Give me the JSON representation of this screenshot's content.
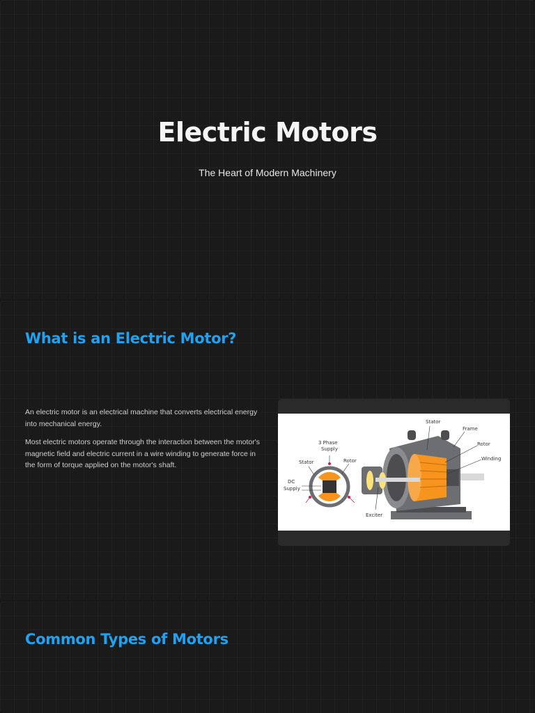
{
  "slide1": {
    "title": "Electric Motors",
    "subtitle": "The Heart of Modern Machinery"
  },
  "slide2": {
    "title": "What is an Electric Motor?",
    "paragraphs": [
      "An electric motor is an electrical machine that converts electrical energy into mechanical energy.",
      "Most electric motors operate through the interaction between the motor's magnetic field and electric current in a wire winding to generate force in the form of torque applied on the motor's shaft."
    ],
    "diagram": {
      "labels": {
        "three_phase": [
          "3 Phase",
          "Supply"
        ],
        "stator_left": "Stator",
        "rotor_left": "Rotor",
        "dc_supply": [
          "DC",
          "Supply"
        ],
        "exciter": "Exciter",
        "stator_right": "Stator",
        "frame": "Frame",
        "rotor_right": "Rotor",
        "winding": "Winding"
      },
      "colors": {
        "orange": "#f7941d",
        "gray": "#6d6e71",
        "dark_gray": "#4d4d4f",
        "yellow": "#f9e27a",
        "red": "#e6194b"
      }
    }
  },
  "slide3": {
    "title": "Common Types of Motors"
  }
}
